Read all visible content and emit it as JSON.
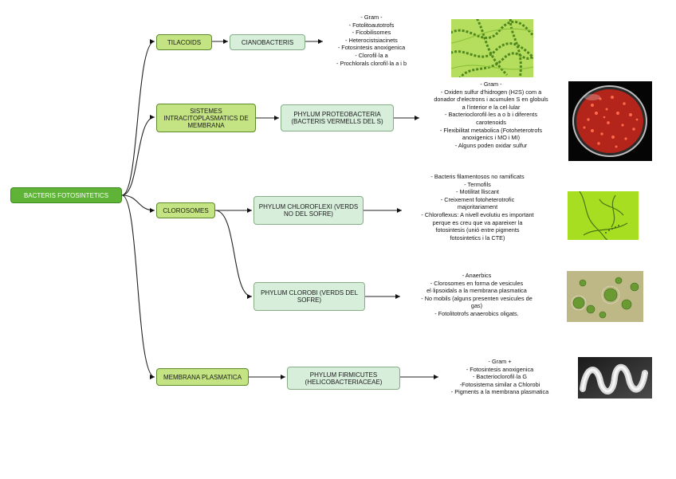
{
  "root": {
    "label": "BACTERIS FOTOSINTETICS"
  },
  "branches": [
    {
      "structure": "TILACOIDS",
      "group": "CIANOBACTERIS",
      "description": [
        "- Gram -",
        "- Fotolitoautotrofs",
        "- Ficobilisomes",
        "- Heterocistsiacinets",
        "- Fotosintesis anoxigenica",
        "- Clorofil·la a",
        "- Prochlorals clorofil·la a i b"
      ]
    },
    {
      "structure": "SISTEMES INTRACITOPLASMATICS DE MEMBRANA",
      "group": "PHYLUM PROTEOBACTERIA (BACTERIS VERMELLS DEL S)",
      "description": [
        "- Gram -",
        "- Oxiden sulfur d'hidrogen (H2S) com a",
        "donador d'electrons i acumulen S en globuls",
        "a l'interior e la cel·lular",
        "- Bacterioclorofil·les a o b i diferents",
        "carotenoids",
        "- Flexibilitat metabolica (Fotoheterotrofs",
        "anoxigenics i MO i MI)",
        "- Alguns poden oxidar sulfur"
      ]
    },
    {
      "structure": "CLOROSOMES",
      "group": "PHYLUM CHLOROFLEXI (VERDS NO DEL SOFRE)",
      "description": [
        "- Bacteris filamentosos no ramificats",
        "- Termofils",
        "- Motilitat lliscant",
        "- Creixement fotoheterotrofic",
        "majoritariament",
        "- Chloroflexus: A nivell evolutiu es important",
        "perque es creu que va apareixer la",
        "fotosintesis (unió entre pigments",
        "fotosintetics i la CTE)"
      ]
    },
    {
      "structure": "",
      "group": "PHYLUM CLOROBI (VERDS DEL SOFRE)",
      "description": [
        "- Anaerbics",
        "- Clorosomes en forma de vesicules",
        "el·lipsoidals a la membrana plasmatica",
        "- No mobils (alguns presenten vesicules de",
        "gas)",
        "- Fotolitotrofs anaerobics oligats."
      ]
    },
    {
      "structure": "MEMBRANA PLASMATICA",
      "group": "PHYLUM FIRMICUTES (HELICOBACTERIACEAE)",
      "description": [
        "- Gram +",
        "- Fotosintesis anoxigenica",
        "- Bacterioclorofil·la G",
        "-Fotosistema similar a Chlorobi",
        "- Pigments a la membrana plasmatica"
      ]
    }
  ],
  "images": [
    {
      "icon": "cyanobacteria-filaments-micrograph",
      "color": "#9fcf3c"
    },
    {
      "icon": "red-colonies-petri-dish",
      "color": "#c8281c"
    },
    {
      "icon": "chloroflexi-filaments-micrograph",
      "color": "#a3d92a"
    },
    {
      "icon": "chlorobi-cells-micrograph",
      "color": "#b8b47a"
    },
    {
      "icon": "helical-bacterium-sem",
      "color": "#9a9a9a"
    }
  ]
}
